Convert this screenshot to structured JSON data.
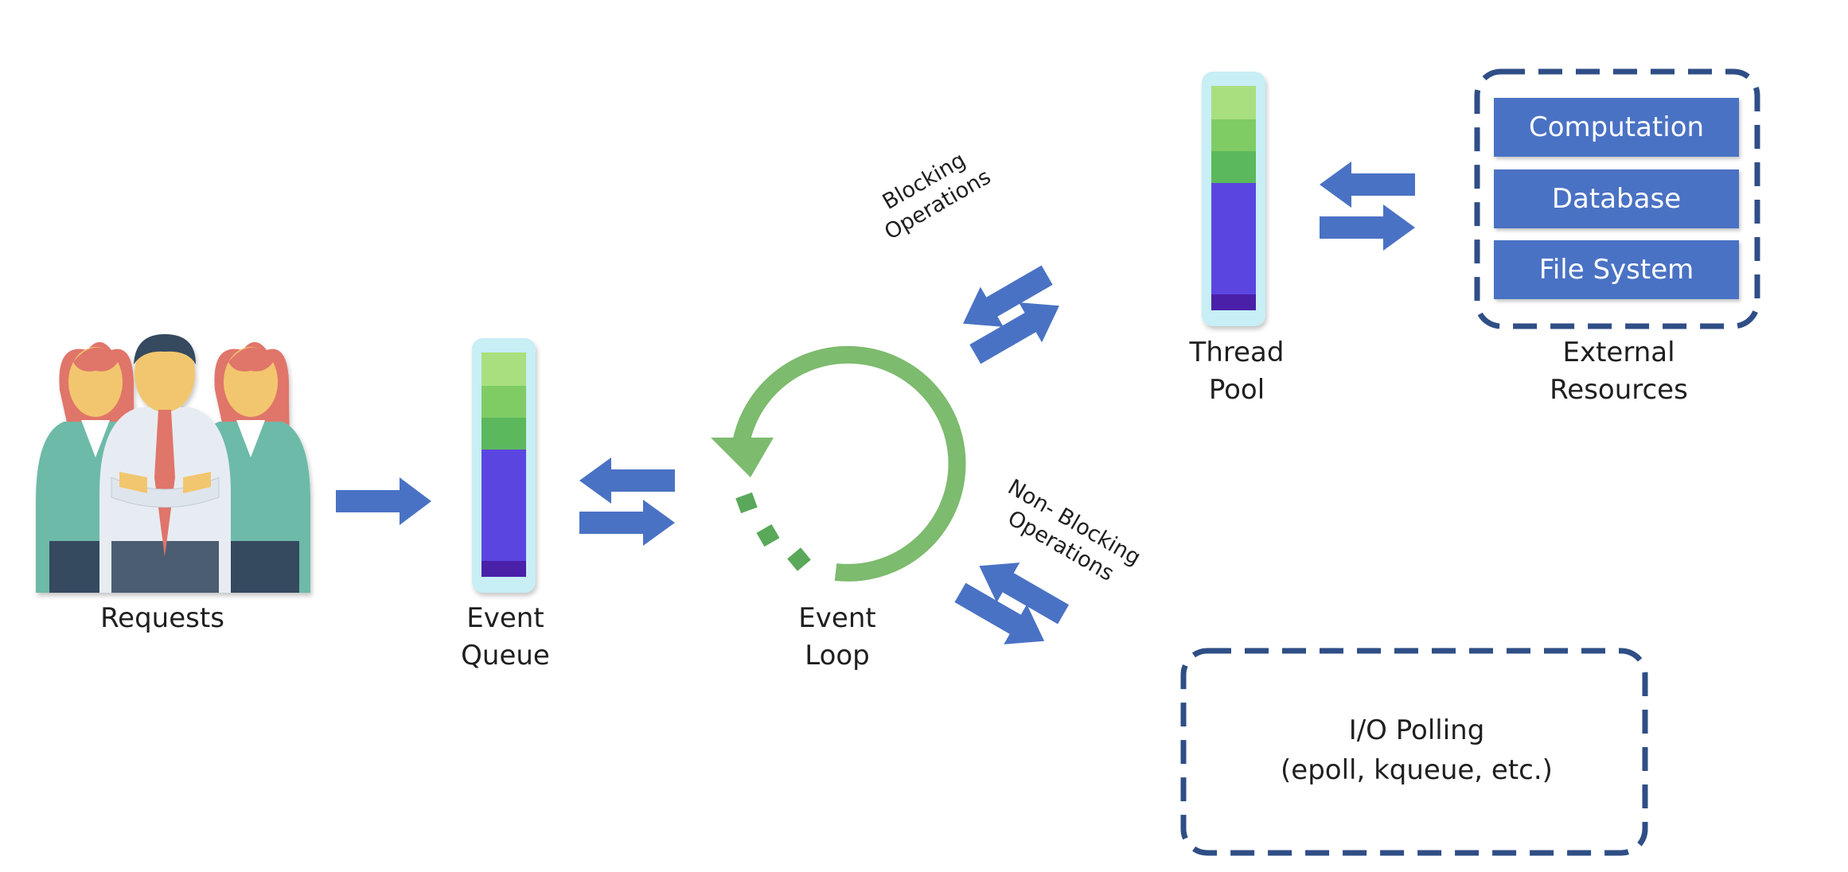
{
  "nodes": {
    "requests": {
      "label": "Requests"
    },
    "event_queue": {
      "label_line1": "Event",
      "label_line2": "Queue"
    },
    "event_loop": {
      "label_line1": "Event",
      "label_line2": "Loop"
    },
    "thread_pool": {
      "label_line1": "Thread",
      "label_line2": "Pool"
    },
    "external_resources": {
      "label_line1": "External",
      "label_line2": "Resources",
      "items": [
        "Computation",
        "Database",
        "File System"
      ]
    },
    "io_polling": {
      "label_line1": "I/O Polling",
      "label_line2": "(epoll, kqueue, etc.)"
    }
  },
  "edges": {
    "blocking": {
      "line1": "Blocking",
      "line2": "Operations"
    },
    "non_blocking": {
      "line1": "Non- Blocking",
      "line2": "Operations"
    }
  },
  "colors": {
    "arrow": "#4a72c4",
    "dashed_border": "#2f4e86",
    "loop_green": "#7dbb6e",
    "loop_dots": "#5aa85a",
    "queue_light_green": "#a9df7f",
    "queue_mid_green": "#7fcc64",
    "queue_dark_green": "#5cb85c",
    "queue_purple": "#5b45e0",
    "queue_dark_purple": "#4a20a8",
    "tube_cyan": "#c8eef6",
    "resource_box": "#4a72c4"
  },
  "icons": {
    "requests": "people-group-icon",
    "queue": "stacked-queue-icon",
    "loop": "circular-arrow-icon"
  }
}
